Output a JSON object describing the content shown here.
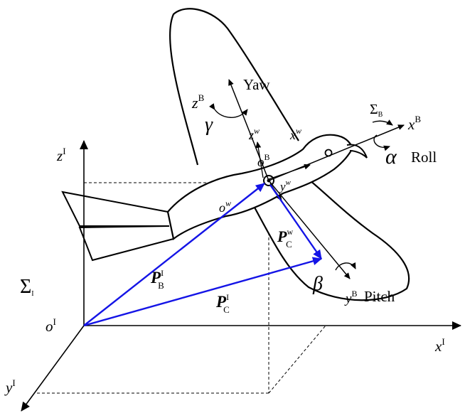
{
  "colors": {
    "vector": "#1414e6",
    "ink": "#000000",
    "background": "#ffffff"
  },
  "labels": {
    "yaw": "Yaw",
    "roll": "Roll",
    "pitch": "Pitch",
    "gamma": "γ",
    "alpha": "α",
    "beta": "β",
    "sigma_b": {
      "base": "Σ",
      "sub": "B"
    },
    "sigma_i": {
      "base": "Σ",
      "sub": "I"
    },
    "z_b": {
      "base": "z",
      "sup": "B"
    },
    "x_b": {
      "base": "x",
      "sup": "B"
    },
    "y_b": {
      "base": "y",
      "sup": "B"
    },
    "z_w": {
      "base": "z",
      "sup": "w"
    },
    "x_w": {
      "base": "x",
      "sup": "w"
    },
    "y_w": {
      "base": "y",
      "sup": "w"
    },
    "o_b": {
      "base": "o",
      "sup": "B"
    },
    "o_w": {
      "base": "o",
      "sup": "w"
    },
    "z_i": {
      "base": "z",
      "sup": "I"
    },
    "x_i": {
      "base": "x",
      "sup": "I"
    },
    "y_i": {
      "base": "y",
      "sup": "I"
    },
    "o_i": {
      "base": "o",
      "sup": "I"
    },
    "p_b": {
      "base": "P",
      "sup": "I",
      "sub": "B"
    },
    "p_c_i": {
      "base": "P",
      "sup": "I",
      "sub": "C"
    },
    "p_c_w": {
      "base": "P",
      "sup": "w",
      "sub": "C"
    }
  }
}
